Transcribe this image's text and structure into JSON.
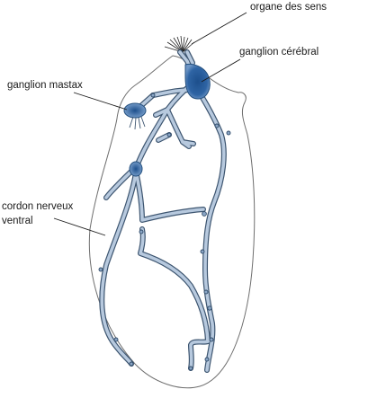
{
  "labels": {
    "sense_organ": "organe des sens",
    "cerebral_ganglion": "ganglion cérébral",
    "mastax_ganglion": "ganglion mastax",
    "ventral_cord_line1": "cordon nerveux",
    "ventral_cord_line2": "ventral"
  },
  "colors": {
    "nerve_fill": "#b7c9de",
    "nerve_outline": "#3d5570",
    "ganglion_dark": "#1d4f8c",
    "ganglion_light": "#6d95c5",
    "body_outline": "#6e6e6e",
    "leader_line": "#1a1a1a"
  }
}
